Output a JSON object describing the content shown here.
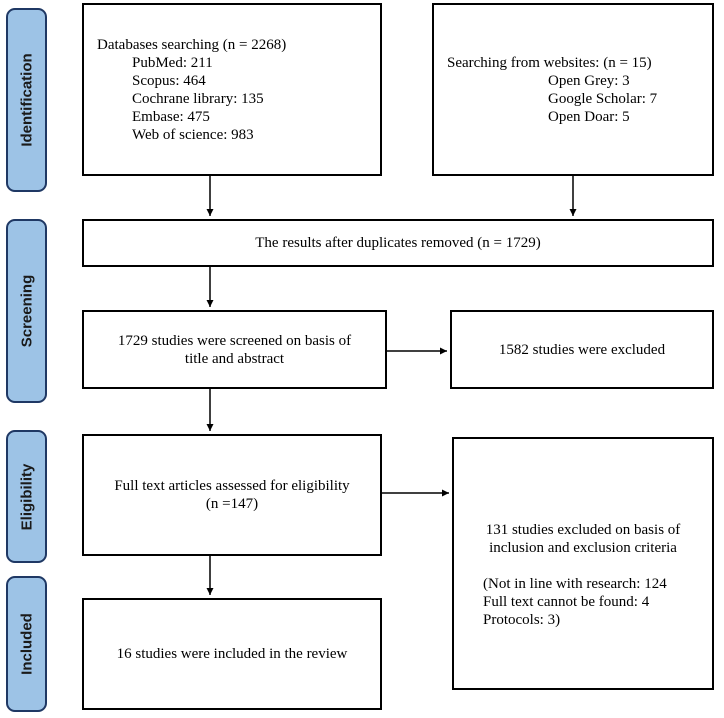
{
  "phases": {
    "identification": "Identification",
    "screening": "Screening",
    "eligibility": "Eligibility",
    "included": "Included"
  },
  "databases": {
    "header": "Databases searching (n = 2268)",
    "items": [
      "PubMed: 211",
      "Scopus: 464",
      "Cochrane library: 135",
      "Embase: 475",
      "Web of science: 983"
    ]
  },
  "websites": {
    "header": "Searching from websites: (n = 15)",
    "items": [
      "Open Grey: 3",
      "Google Scholar: 7",
      "Open Doar: 5"
    ]
  },
  "duplicates": "The results after duplicates removed (n = 1729)",
  "screened": [
    "1729 studies were screened on basis of",
    "title and abstract"
  ],
  "excluded_screen": "1582 studies were excluded",
  "fulltext": [
    "Full text articles assessed for eligibility",
    "(n =147)"
  ],
  "excluded_full": {
    "summary": [
      "131 studies excluded on basis of",
      "inclusion and exclusion criteria"
    ],
    "details": [
      "(Not in line with research: 124",
      "Full text cannot be found: 4",
      "Protocols: 3)"
    ]
  },
  "included": "16 studies were included in the review"
}
